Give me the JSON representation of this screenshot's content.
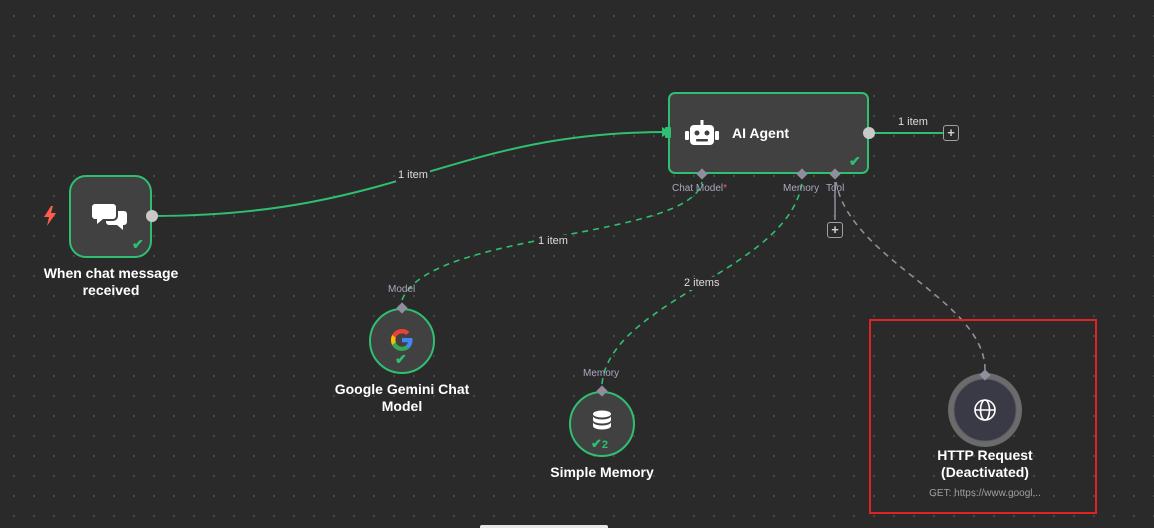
{
  "nodes": {
    "trigger": {
      "title_line1": "When chat message",
      "title_line2": "received",
      "icon": "chat-bubbles-icon",
      "status": "success"
    },
    "agent": {
      "title": "AI Agent",
      "icon": "robot-icon",
      "status": "success",
      "ports": {
        "chat_model": "Chat Model",
        "required_mark": "*",
        "memory": "Memory",
        "tool": "Tool"
      }
    },
    "gemini": {
      "title_line1": "Google Gemini Chat",
      "title_line2": "Model",
      "port": "Model",
      "icon": "google-g-icon"
    },
    "memory": {
      "title": "Simple Memory",
      "port": "Memory",
      "icon": "database-icon",
      "run_count": "2"
    },
    "http": {
      "title_line1": "HTTP Request",
      "title_line2": "(Deactivated)",
      "subtitle": "GET: https://www.googl...",
      "icon": "globe-icon"
    }
  },
  "edges": {
    "trigger_to_agent": "1 item",
    "agent_output": "1 item",
    "gemini_to_agent": "1 item",
    "memory_to_agent": "2 items"
  },
  "colors": {
    "success": "#2fbf71",
    "highlight": "#e02424",
    "canvas": "#2a2a2a",
    "node": "#414141"
  }
}
